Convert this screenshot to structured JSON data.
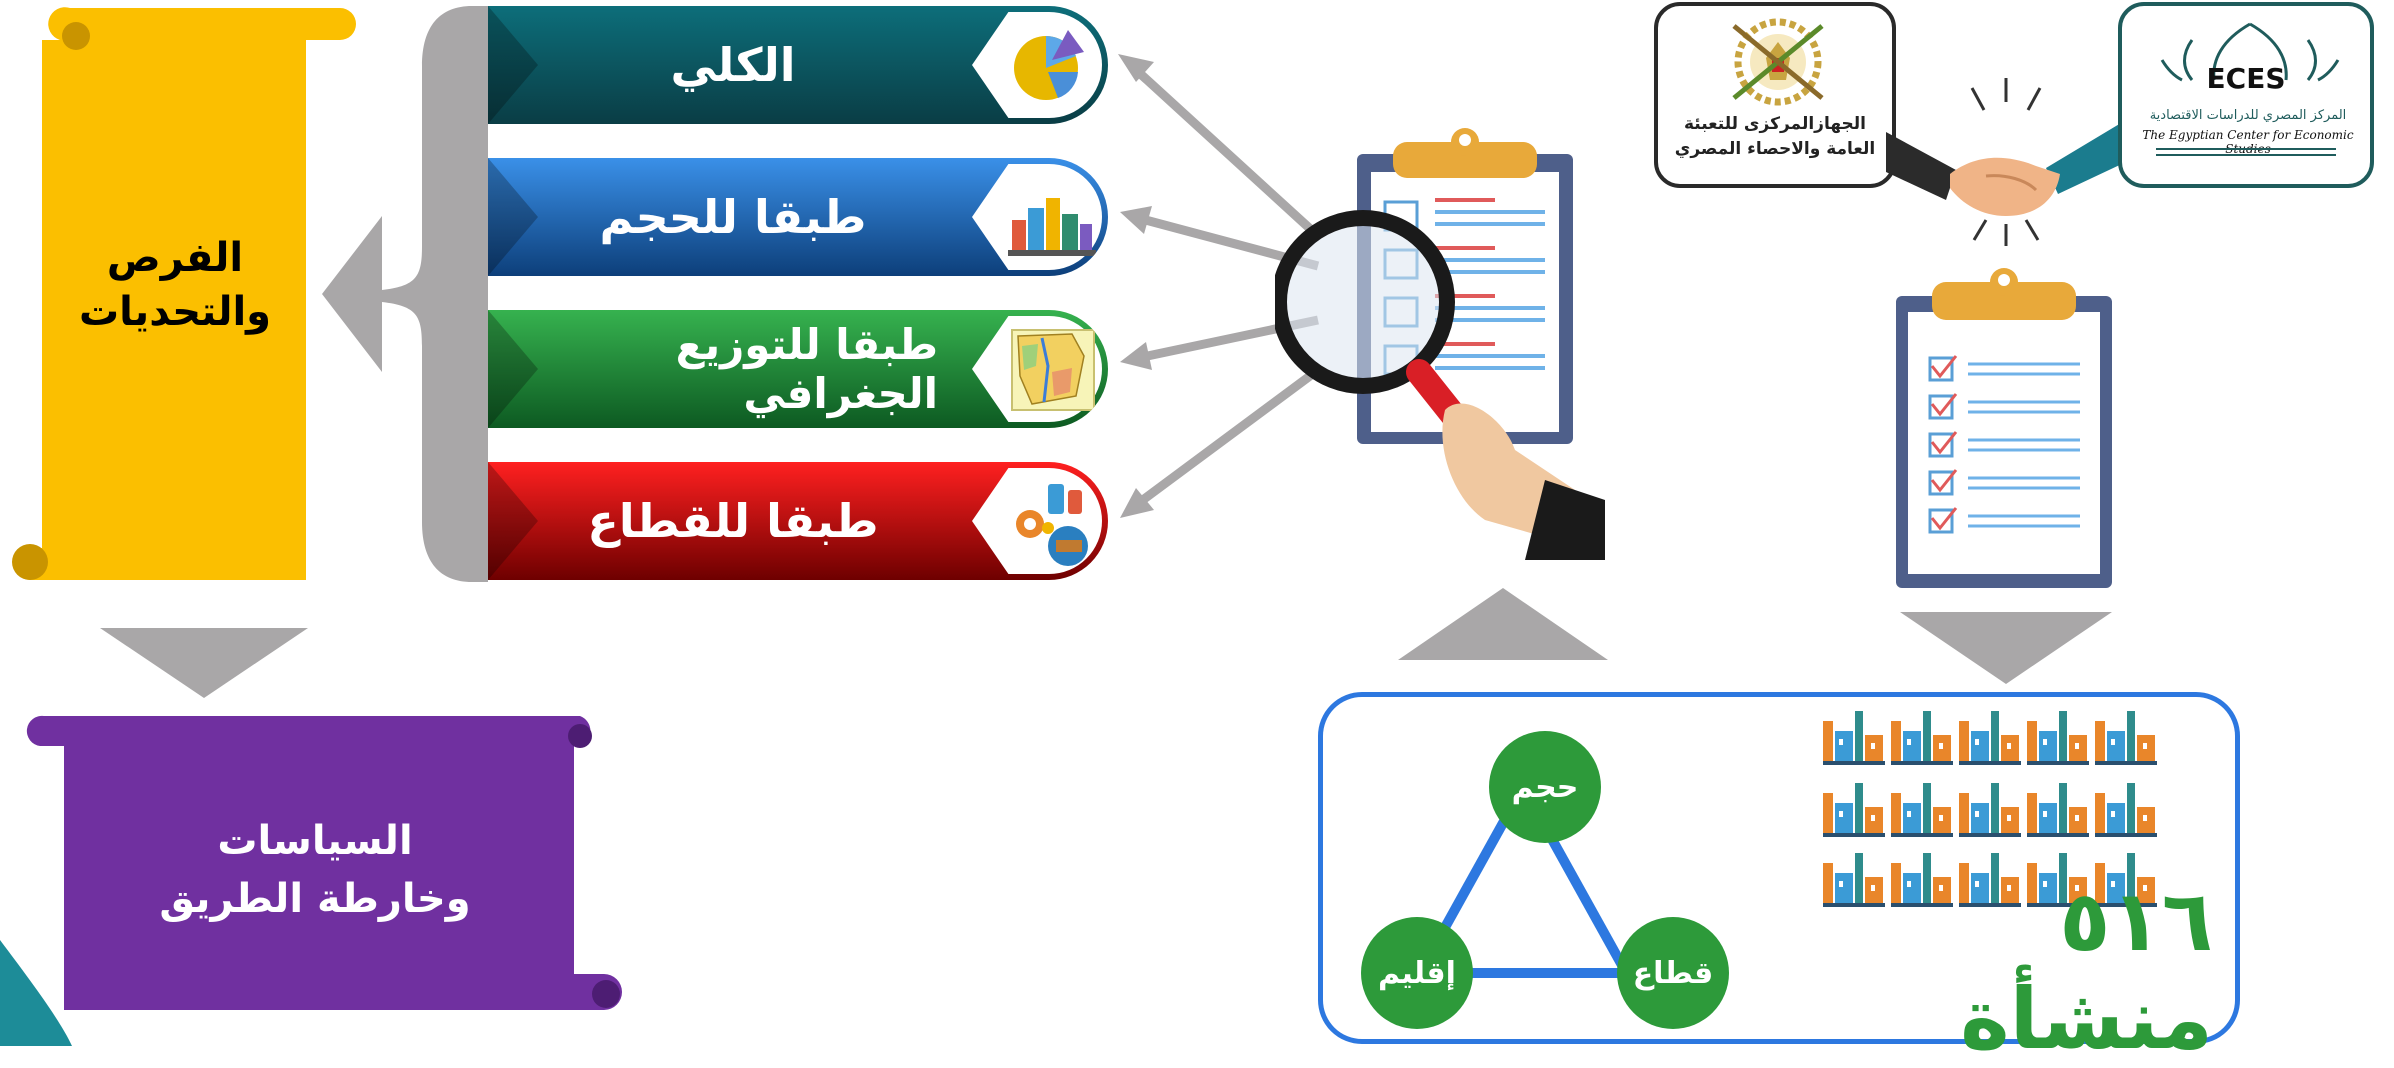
{
  "categories": {
    "total": "الكلي",
    "by_size": "طبقا للحجم",
    "by_geography": "طبقا للتوزيع الجغرافي",
    "by_sector": "طبقا للقطاع"
  },
  "opportunities": "الفرص والتحديات",
  "policies_line1": "السياسات",
  "policies_line2": "وخارطة الطريق",
  "capmas_name_line1": "الجهازالمركزى للتعبئة",
  "capmas_name_line2": "العامة والاحصاء المصري",
  "eces_abbr": "ECES",
  "eces_name_ar": "المركز المصري للدراسات الاقتصادية",
  "eces_name_en": "The Egyptian Center for Economic Studies",
  "sample": {
    "count_label": "٥١٦ منشأة",
    "nodes": {
      "size": "حجم",
      "sector": "قطاع",
      "region": "إقليم"
    }
  },
  "colors": {
    "total": "#0a4f5a",
    "size": "#1e6fc8",
    "geo": "#1e8f3a",
    "sector": "#c00000",
    "opportunities": "#fbbf00",
    "policies": "#7030a0",
    "gray_arrow": "#a9a7a8",
    "sample_border": "#2d78e0",
    "green": "#2d9a3a"
  },
  "icons": [
    "pie-chart-icon",
    "buildings-icon",
    "egypt-map-icon",
    "industry-sectors-icon",
    "magnifier-icon",
    "clipboard-icon",
    "handshake-icon",
    "factory-icon",
    "capmas-emblem-icon"
  ]
}
